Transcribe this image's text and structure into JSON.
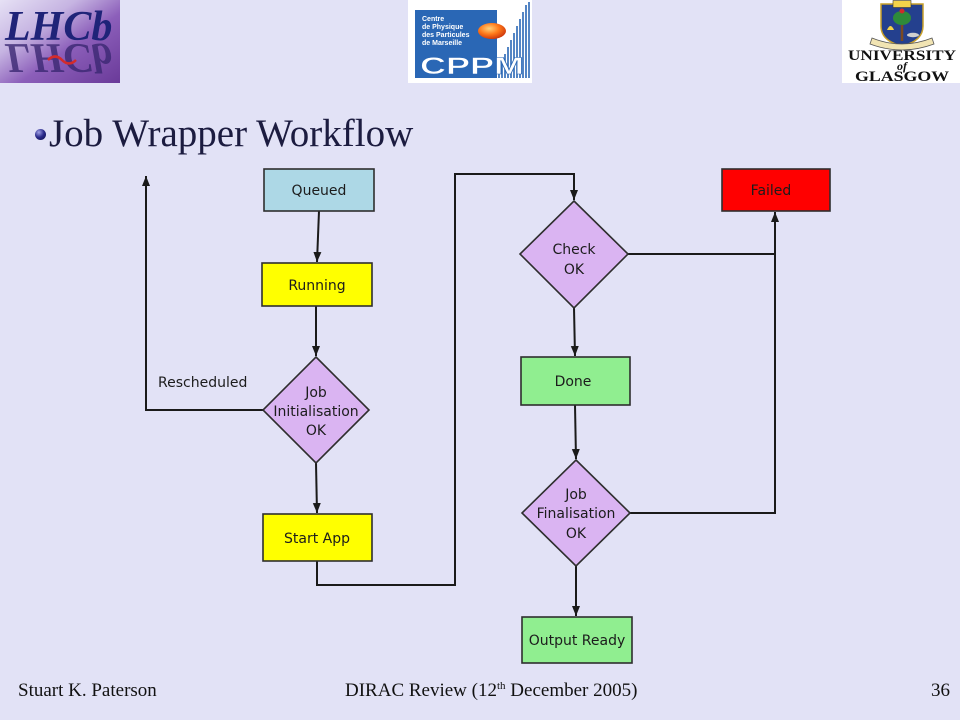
{
  "slide": {
    "background": "#e2e2f6",
    "title": "Job Wrapper Workflow",
    "title_color": "#1c1c40"
  },
  "logos": {
    "lhcb": {
      "text": "LHCb"
    },
    "cppm": {
      "lines": [
        "Centre",
        "de Physique",
        "des Particules",
        "de Marseille"
      ],
      "acronym": "CPPM"
    },
    "glasgow": {
      "line1": "UNIVERSITY",
      "line2": "of",
      "line3": "GLASGOW"
    }
  },
  "diagram": {
    "nodes": [
      {
        "label": "Queued",
        "fill": "#add8e6"
      },
      {
        "label": "Running",
        "fill": "#ffff00"
      },
      {
        "lines": [
          "Job",
          "Initialisation",
          "OK"
        ],
        "fill": "#dab4f2"
      },
      {
        "label": "Start App",
        "fill": "#ffff00"
      },
      {
        "lines": [
          "Check",
          "OK"
        ],
        "fill": "#dab4f2"
      },
      {
        "label": "Done",
        "fill": "#90ee90"
      },
      {
        "lines": [
          "Job",
          "Finalisation",
          "OK"
        ],
        "fill": "#dab4f2"
      },
      {
        "label": "Output Ready",
        "fill": "#90ee90"
      },
      {
        "label": "Failed",
        "fill": "#ff0000"
      }
    ],
    "edge_label": "Rescheduled"
  },
  "footer": {
    "author": "Stuart K. Paterson",
    "event_prefix": "DIRAC Review (12",
    "event_sup": "th",
    "event_suffix": " December 2005)",
    "page_number": "36"
  }
}
